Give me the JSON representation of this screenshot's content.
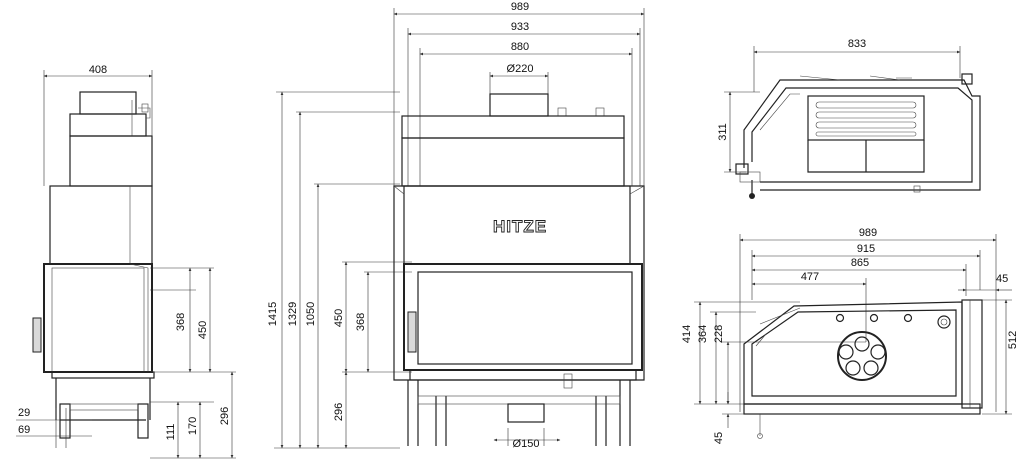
{
  "brand": {
    "logo_text": "HITZE"
  },
  "side_view": {
    "width": "408",
    "glass_height": "368",
    "opening_height": "450",
    "base_height": "296",
    "foot_offset_1": "29",
    "foot_offset_2": "69",
    "leg_height": "111",
    "leg_to_floor": "170"
  },
  "front_view": {
    "total_width": "989",
    "width_933": "933",
    "width_880": "880",
    "flue_diameter": "Ø220",
    "total_height": "1415",
    "height_1329": "1329",
    "height_1050": "1050",
    "opening_height": "450",
    "glass_height": "368",
    "base_height": "296",
    "air_inlet_diameter": "Ø150"
  },
  "top_view": {
    "width": "833",
    "depth": "311"
  },
  "plan_view": {
    "total_width": "989",
    "width_915": "915",
    "width_865": "865",
    "width_477": "477",
    "side_offset": "45",
    "depth_414": "414",
    "depth_364": "364",
    "depth_228": "228",
    "front_offset": "45",
    "right_depth": "512"
  }
}
